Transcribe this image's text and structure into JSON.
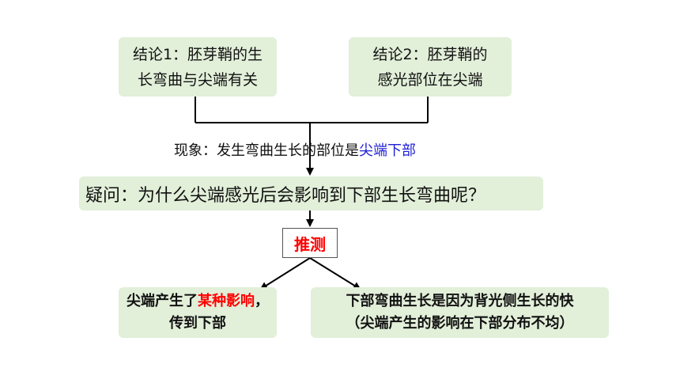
{
  "conclusion1": {
    "line1": "结论1：胚芽鞘的生",
    "line2": "长弯曲与尖端有关"
  },
  "conclusion2": {
    "line1": "结论2：胚芽鞘的",
    "line2": "感光部位在尖端"
  },
  "phenomenon": {
    "prefix": "现象：发生弯曲生长的部位是",
    "highlight": "尖端下部"
  },
  "question": "疑问：为什么尖端感光后会影响到下部生长弯曲呢？",
  "hypothesis": "推测",
  "result_left": {
    "part1": "尖端产生了",
    "highlight": "某种影响",
    "part2": "，",
    "line2": "传到下部"
  },
  "result_right": {
    "line1": "下部弯曲生长是因为背光侧生长的快",
    "line2": "（尖端产生的影响在下部分布不均）"
  },
  "colors": {
    "box_fill": "#e2efd9",
    "highlight_blue": "#1f1fd6",
    "highlight_red": "#ff0000"
  }
}
